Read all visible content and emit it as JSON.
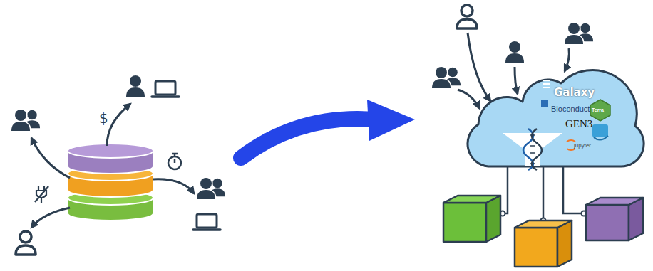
{
  "diagram": {
    "nodes": [
      {
        "text": [
          "Galaxy",
          "Bioconductor",
          "GEN3",
          "jupyter"
        ]
      },
      {
        "text": [
          "Terra"
        ],
        "in": 0
      }
    ],
    "labels": [
      "$"
    ]
  }
}
